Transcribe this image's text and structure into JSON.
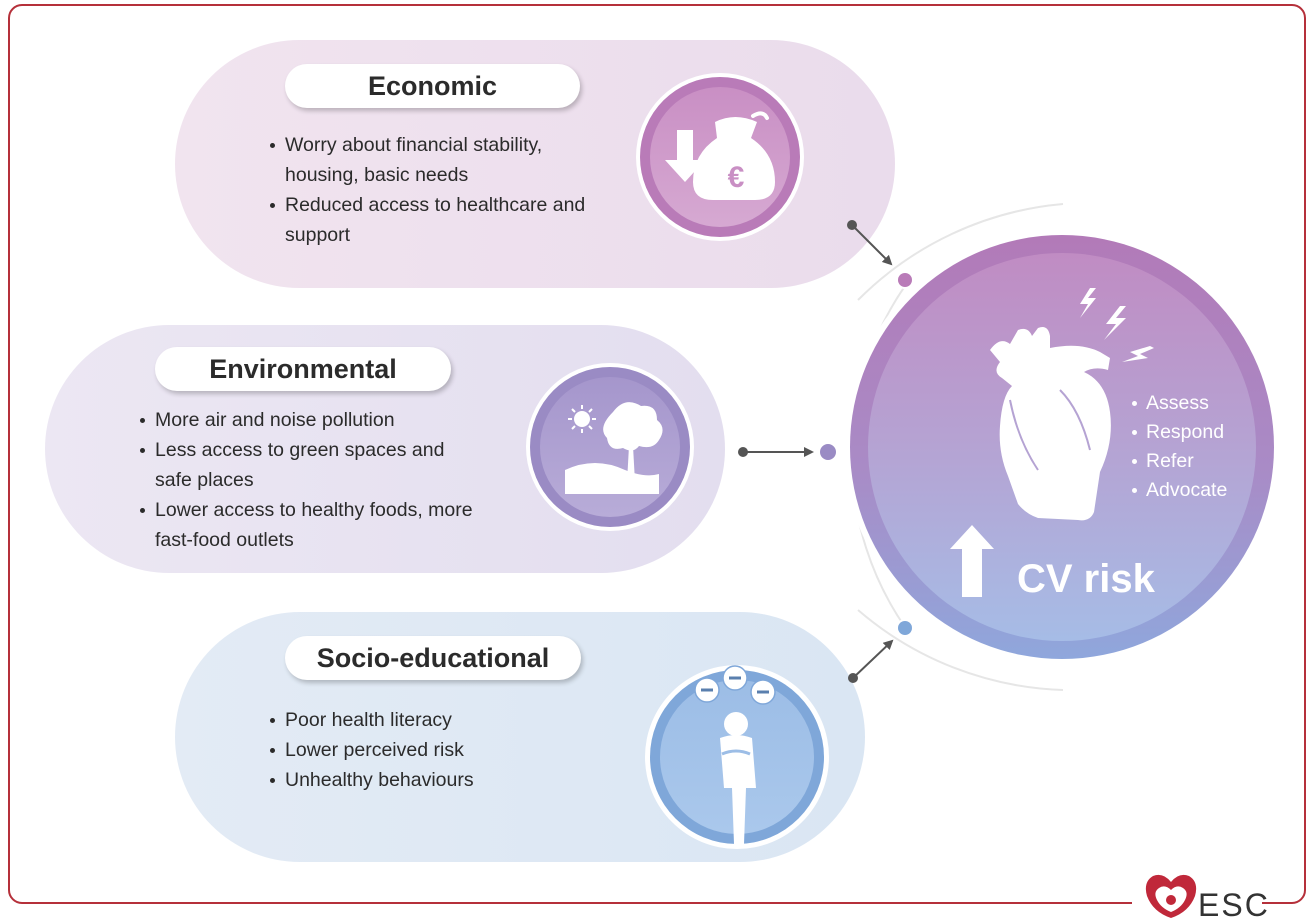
{
  "categories": [
    {
      "id": "economic",
      "title": "Economic",
      "bullets": [
        "Worry about financial stability, housing, basic needs",
        "Reduced access to healthcare and support"
      ],
      "icon": "money-bag-euro-icon",
      "icon_symbol": "€"
    },
    {
      "id": "environmental",
      "title": "Environmental",
      "bullets": [
        "More air and noise pollution",
        "Less access to green spaces and safe places",
        "Lower access to healthy foods, more fast-food outlets"
      ],
      "icon": "tree-landscape-icon"
    },
    {
      "id": "socio-educational",
      "title": "Socio-educational",
      "bullets": [
        "Poor health literacy",
        "Lower perceived risk",
        "Unhealthy behaviours"
      ],
      "icon": "confused-person-icon"
    }
  ],
  "hub": {
    "actions": [
      "Assess",
      "Respond",
      "Refer",
      "Advocate"
    ],
    "label": "CV risk",
    "icon": "heart-lightning-icon"
  },
  "logo": {
    "text": "ESC"
  },
  "colors": {
    "frame": "#b5303a",
    "economic": "#b97bb8",
    "environmental": "#9a8bc4",
    "socio": "#7fa7d9",
    "hub_top": "#b27ab8",
    "hub_bottom": "#8fa7dc",
    "connector": "#555555"
  }
}
